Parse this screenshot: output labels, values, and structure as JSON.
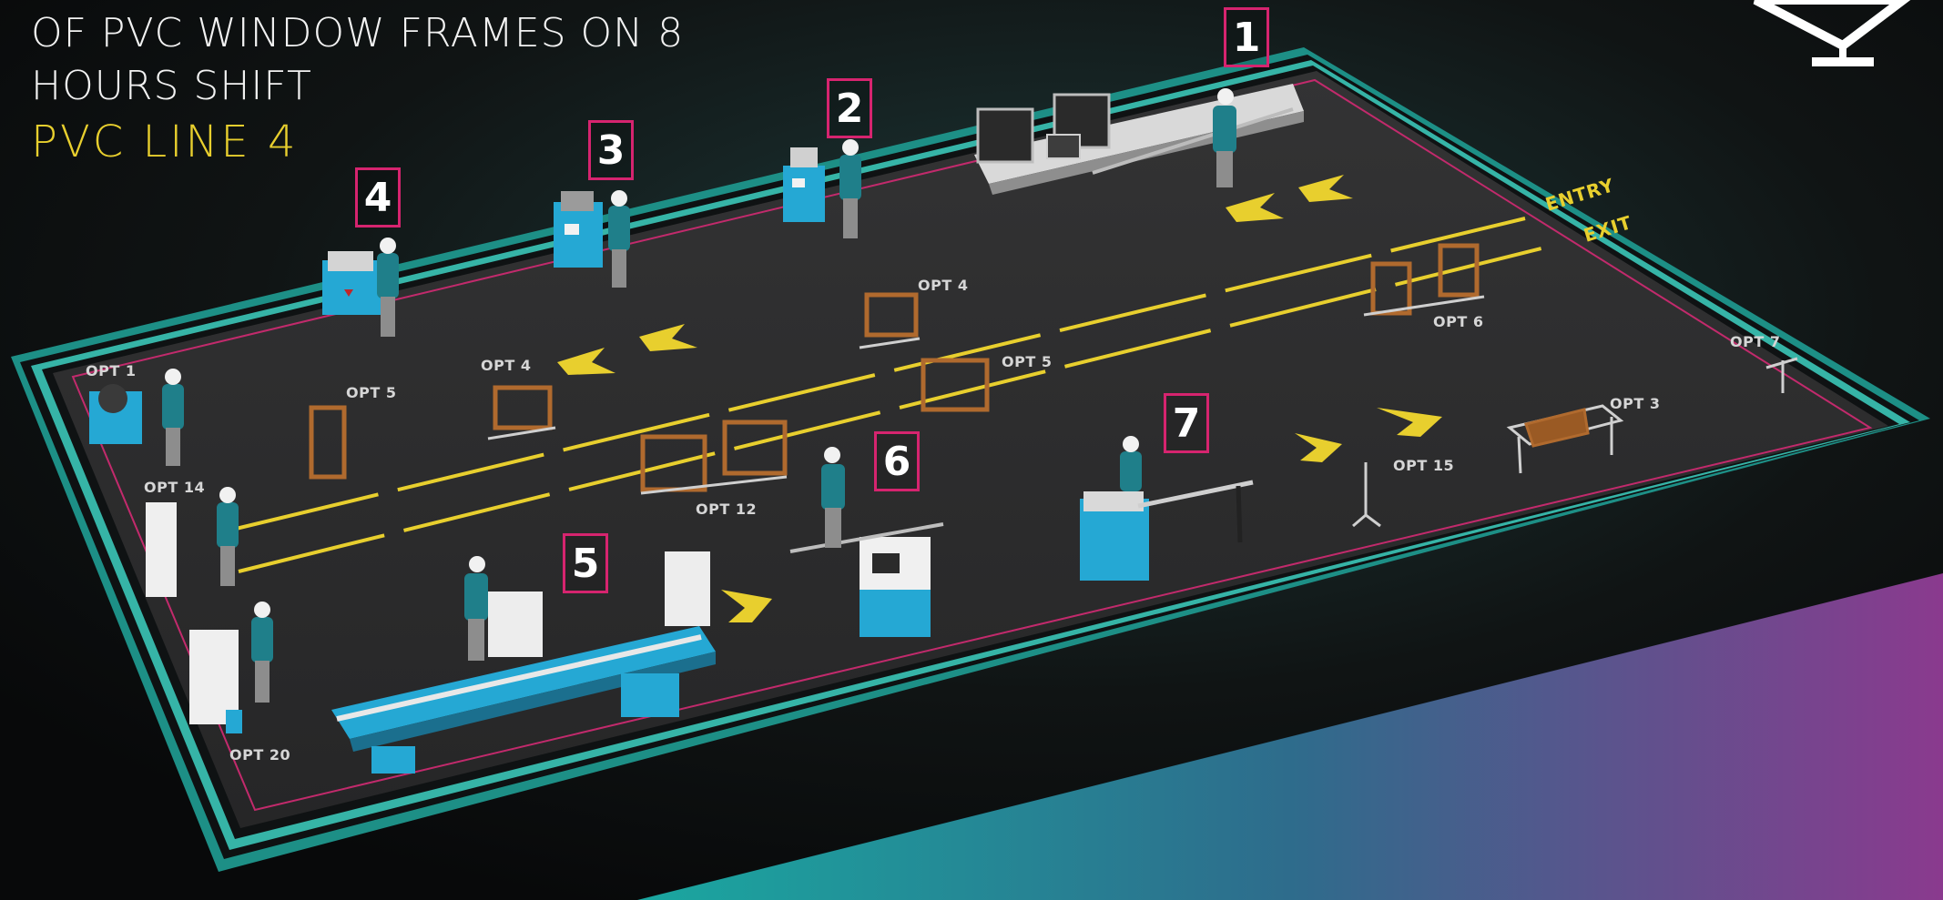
{
  "header": {
    "headline_line1": "OF PVC WINDOW FRAMES ON 8",
    "headline_line2": "HOURS SHIFT",
    "line_name": "PVC LINE 4"
  },
  "lanes": {
    "entry": "ENTRY",
    "exit": "EXIT"
  },
  "stations": [
    "1",
    "2",
    "3",
    "4",
    "5",
    "6",
    "7"
  ],
  "options": {
    "opt1": "OPT 1",
    "opt14": "OPT 14",
    "opt20": "OPT 20",
    "opt5_left": "OPT 5",
    "opt4_left": "OPT 4",
    "opt4_center": "OPT 4",
    "opt5_center": "OPT 5",
    "opt12": "OPT 12",
    "opt6": "OPT 6",
    "opt7": "OPT 7",
    "opt3": "OPT 3",
    "opt15": "OPT 15"
  },
  "colors": {
    "accent_magenta": "#d6246f",
    "accent_yellow": "#e8cf2e",
    "teal_border": "#3bb3a6",
    "machine_blue": "#25a8d4",
    "floor": "#2b2b2c"
  }
}
